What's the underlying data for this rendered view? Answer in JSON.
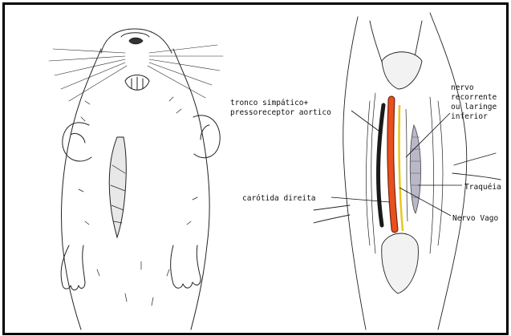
{
  "labels": {
    "tronco_line1": "tronco simpático+",
    "tronco_line2": "pressoreceptor aortico",
    "carotida": "carótida direita",
    "nervo_rec_line1": "nervo",
    "nervo_rec_line2": "recorrente",
    "nervo_rec_line3": "ou laringe",
    "nervo_rec_line4": "inferior",
    "traqueia": "Traquéia",
    "nervo_vago": "Nervo Vago"
  },
  "colors": {
    "ink": "#111111",
    "carotid": "#e8501e",
    "carotid_edge": "#7a2810",
    "vagus": "#e8c81a",
    "sympathetic": "#1a1a1a",
    "trachea_shade": "#b8b8c8"
  },
  "icons": {
    "rat": "rat-ventral-illustration",
    "dissection": "neck-dissection-illustration"
  }
}
